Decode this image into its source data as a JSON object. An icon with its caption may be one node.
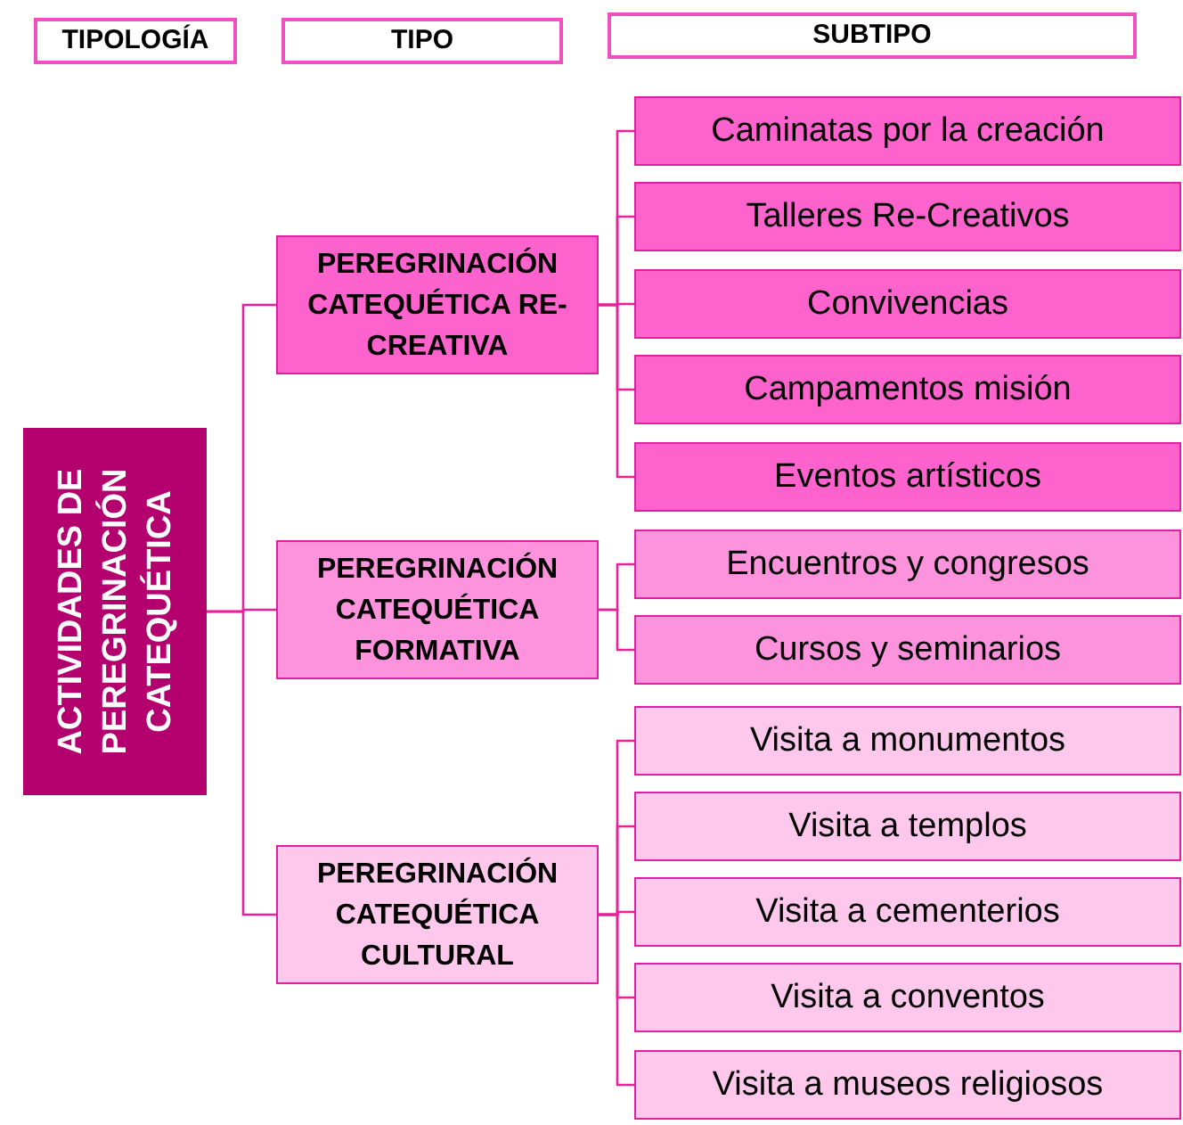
{
  "diagram": {
    "nodes": [
      {
        "text": [
          "TIPOLOGÍA"
        ]
      },
      {
        "text": [
          "TIPO"
        ]
      },
      {
        "text": [
          "SUBTIPO"
        ]
      },
      {
        "text": [
          "ACTIVIDADES DE PEREGRINACIÓN CATEQUÉTICA"
        ]
      },
      {
        "text": [
          "PEREGRINACIÓN CATEQUÉTICA RE-CREATIVA"
        ]
      },
      {
        "text": [
          "PEREGRINACIÓN CATEQUÉTICA FORMATIVA"
        ]
      },
      {
        "text": [
          "PEREGRINACIÓN CATEQUÉTICA CULTURAL"
        ]
      },
      {
        "text": [
          "Caminatas por la creación"
        ]
      },
      {
        "text": [
          "Talleres Re-Creativos"
        ]
      },
      {
        "text": [
          "Convivencias"
        ]
      },
      {
        "text": [
          "Campamentos misión"
        ]
      },
      {
        "text": [
          "Eventos artísticos"
        ]
      },
      {
        "text": [
          "Encuentros y congresos"
        ]
      },
      {
        "text": [
          "Cursos y seminarios"
        ]
      },
      {
        "text": [
          "Visita a monumentos"
        ]
      },
      {
        "text": [
          "Visita a templos"
        ]
      },
      {
        "text": [
          "Visita a cementerios"
        ]
      },
      {
        "text": [
          "Visita a conventos"
        ]
      },
      {
        "text": [
          "Visita a museos religiosos"
        ]
      }
    ],
    "edges": [
      {
        "from": 3,
        "to": 4,
        "arrow": "none"
      },
      {
        "from": 3,
        "to": 5,
        "arrow": "none"
      },
      {
        "from": 3,
        "to": 6,
        "arrow": "none"
      },
      {
        "from": 4,
        "to": 7,
        "arrow": "none"
      },
      {
        "from": 4,
        "to": 8,
        "arrow": "none"
      },
      {
        "from": 4,
        "to": 9,
        "arrow": "none"
      },
      {
        "from": 4,
        "to": 10,
        "arrow": "none"
      },
      {
        "from": 4,
        "to": 11,
        "arrow": "none"
      },
      {
        "from": 5,
        "to": 12,
        "arrow": "none"
      },
      {
        "from": 5,
        "to": 13,
        "arrow": "none"
      },
      {
        "from": 6,
        "to": 14,
        "arrow": "none"
      },
      {
        "from": 6,
        "to": 15,
        "arrow": "none"
      },
      {
        "from": 6,
        "to": 16,
        "arrow": "none"
      },
      {
        "from": 6,
        "to": 17,
        "arrow": "none"
      },
      {
        "from": 6,
        "to": 18,
        "arrow": "none"
      }
    ]
  }
}
